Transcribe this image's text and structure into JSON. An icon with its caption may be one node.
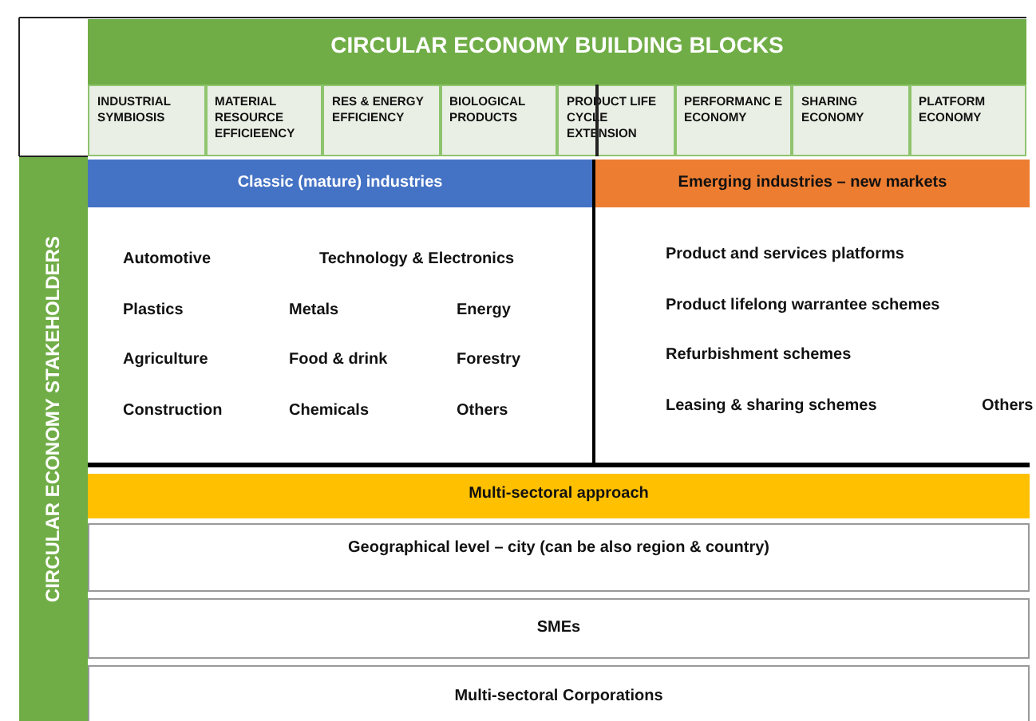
{
  "diagram": {
    "nodes": [
      {
        "text": [
          "CIRCULAR ECONOMY BUILDING BLOCKS"
        ]
      },
      {
        "text": [
          "INDUSTRIAL SYMBIOSIS"
        ],
        "in": 0
      },
      {
        "text": [
          "MATERIAL RESOURCE EFFICIEENCY"
        ],
        "in": 0
      },
      {
        "text": [
          "RES & ENERGY EFFICIENCY"
        ],
        "in": 0
      },
      {
        "text": [
          "BIOLOGICAL PRODUCTS"
        ],
        "in": 0
      },
      {
        "text": [
          "PRODUCT LIFE CYCLE EXTENSION"
        ],
        "in": 0
      },
      {
        "text": [
          "PERFORMANC E ECONOMY"
        ],
        "in": 0
      },
      {
        "text": [
          "SHARING ECONOMY"
        ],
        "in": 0
      },
      {
        "text": [
          "PLATFORM ECONOMY"
        ],
        "in": 0
      },
      {
        "text": [
          "CIRCULAR ECONOMY STAKEHOLDERS"
        ]
      },
      {
        "text": [
          "Classic (mature) industries",
          "Automotive",
          "Technology & Electronics",
          "Plastics",
          "Metals",
          "Energy",
          "Agriculture",
          "Food & drink",
          "Forestry",
          "Construction",
          "Chemicals",
          "Others"
        ]
      },
      {
        "text": [
          "Emerging industries – new markets",
          "Product and services platforms",
          "Product lifelong warrantee schemes",
          "Refurbishment schemes",
          "Leasing & sharing schemes",
          "Others"
        ]
      },
      {
        "text": [
          "Multi-sectoral approach"
        ]
      },
      {
        "text": [
          "Geographical level – city (can be also region & country)"
        ]
      },
      {
        "text": [
          "SMEs"
        ]
      },
      {
        "text": [
          "Multi-sectoral Corporations"
        ]
      }
    ]
  }
}
